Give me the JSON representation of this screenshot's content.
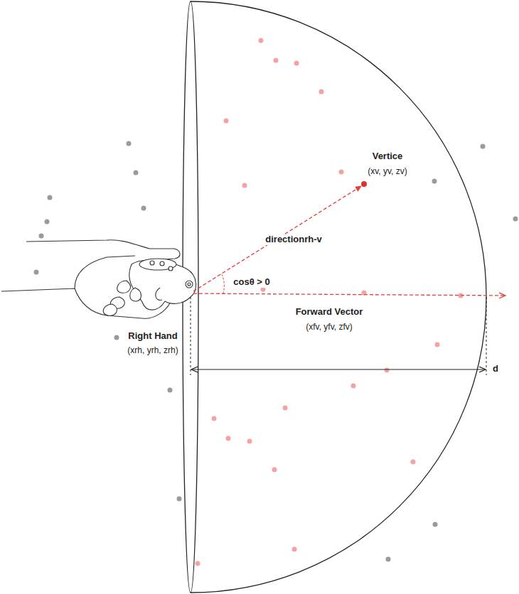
{
  "diagram": {
    "labels": [
      "Vertice",
      "(xv, yv, zv)",
      "directionrh-v",
      "cosθ > 0",
      "Forward Vector",
      "(xfv, yfv, zfv)",
      "Right Hand",
      "(xrh, yrh, zrh)",
      "d"
    ]
  }
}
